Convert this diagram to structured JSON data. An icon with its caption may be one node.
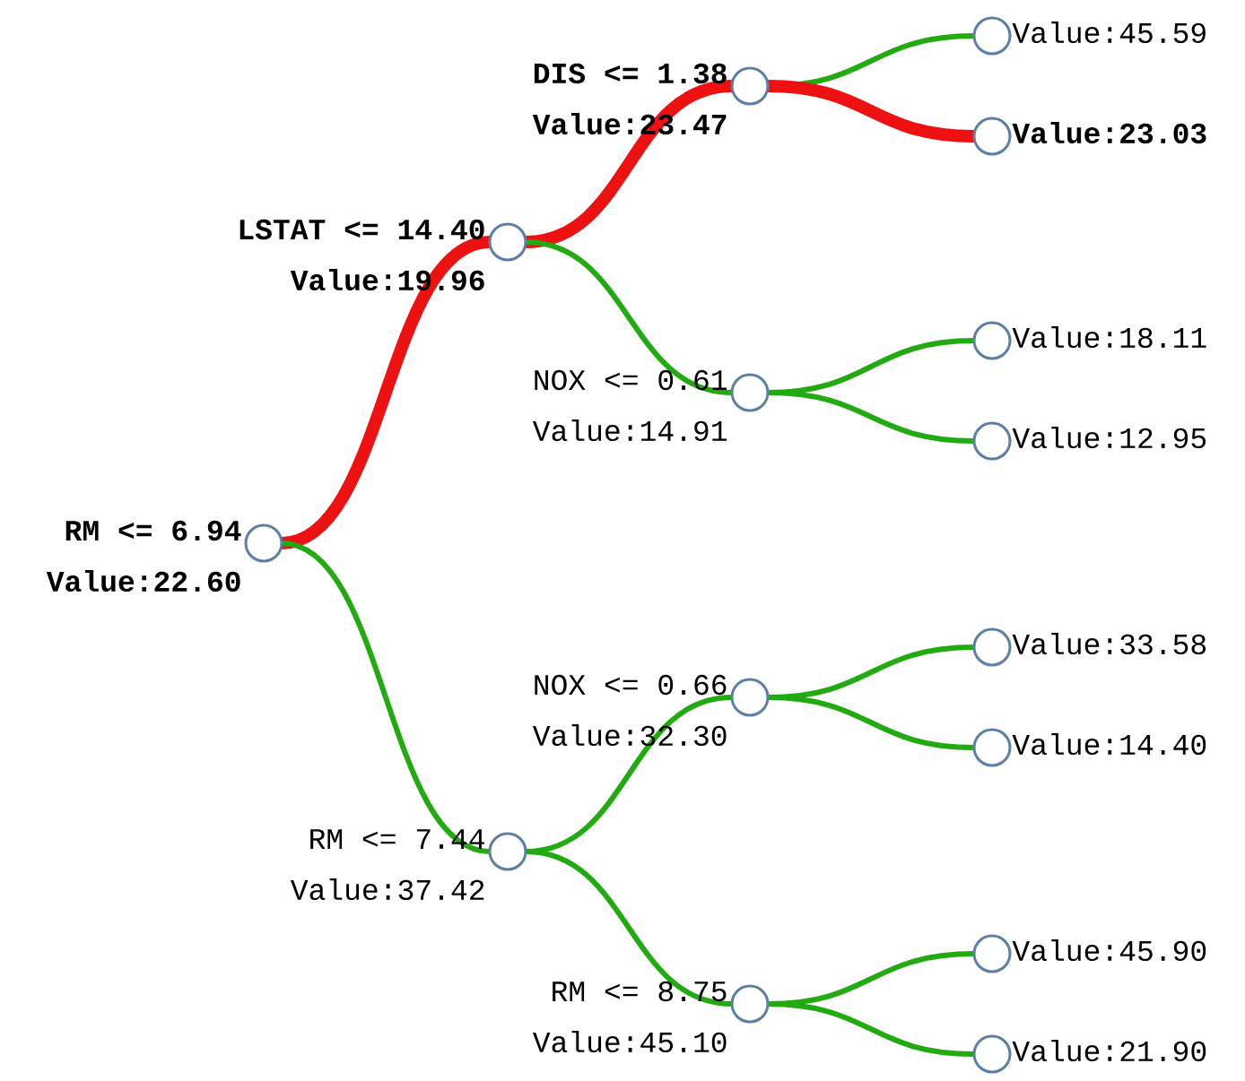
{
  "diagram": {
    "nodes": [
      {
        "text": [
          "RM <= 6.94",
          "Value:22.60"
        ]
      },
      {
        "text": [
          "LSTAT <= 14.40",
          "Value:19.96"
        ]
      },
      {
        "text": [
          "DIS <= 1.38",
          "Value:23.47"
        ]
      },
      {
        "text": [
          "Value:45.59"
        ]
      },
      {
        "text": [
          "Value:23.03"
        ]
      },
      {
        "text": [
          "NOX <= 0.61",
          "Value:14.91"
        ]
      },
      {
        "text": [
          "Value:18.11"
        ]
      },
      {
        "text": [
          "Value:12.95"
        ]
      },
      {
        "text": [
          "RM <= 7.44",
          "Value:37.42"
        ]
      },
      {
        "text": [
          "NOX <= 0.66",
          "Value:32.30"
        ]
      },
      {
        "text": [
          "Value:33.58"
        ]
      },
      {
        "text": [
          "Value:14.40"
        ]
      },
      {
        "text": [
          "RM <= 8.75",
          "Value:45.10"
        ]
      },
      {
        "text": [
          "Value:45.90"
        ]
      },
      {
        "text": [
          "Value:21.90"
        ]
      }
    ],
    "edges": [
      {
        "from": 0,
        "to": 1,
        "arrow": "none",
        "style": "thick",
        "color": "#ee1111"
      },
      {
        "from": 1,
        "to": 2,
        "arrow": "none",
        "style": "thick",
        "color": "#ee1111"
      },
      {
        "from": 2,
        "to": 3,
        "arrow": "none"
      },
      {
        "from": 2,
        "to": 4,
        "arrow": "none",
        "style": "thick",
        "color": "#ee1111"
      },
      {
        "from": 1,
        "to": 5,
        "arrow": "none"
      },
      {
        "from": 5,
        "to": 6,
        "arrow": "none"
      },
      {
        "from": 5,
        "to": 7,
        "arrow": "none"
      },
      {
        "from": 0,
        "to": 8,
        "arrow": "none"
      },
      {
        "from": 8,
        "to": 9,
        "arrow": "none"
      },
      {
        "from": 9,
        "to": 10,
        "arrow": "none"
      },
      {
        "from": 9,
        "to": 11,
        "arrow": "none"
      },
      {
        "from": 8,
        "to": 12,
        "arrow": "none"
      },
      {
        "from": 12,
        "to": 13,
        "arrow": "none"
      },
      {
        "from": 12,
        "to": 14,
        "arrow": "none"
      }
    ]
  }
}
